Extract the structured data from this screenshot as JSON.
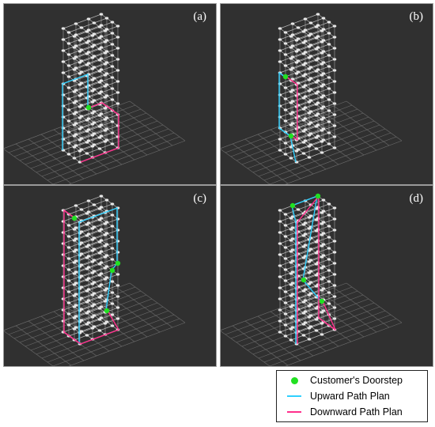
{
  "colors": {
    "doorstep": "#22e022",
    "upward": "#2fd0ff",
    "downward": "#ff2f8c",
    "background": "#303030"
  },
  "panels": [
    {
      "label": "(a)",
      "doorsteps": [
        {
          "floor": 3,
          "ix": 2,
          "iy": 3
        }
      ]
    },
    {
      "label": "(b)",
      "doorsteps": [
        {
          "floor": 7,
          "ix": 0,
          "iy": 2
        },
        {
          "floor": 2,
          "ix": 0,
          "iy": 1
        }
      ]
    },
    {
      "label": "(c)",
      "doorsteps": [
        {
          "floor": 11,
          "ix": 0,
          "iy": 1
        },
        {
          "floor": 6,
          "ix": 3,
          "iy": 0
        },
        {
          "floor": 5,
          "ix": 3,
          "iy": 1
        },
        {
          "floor": 1,
          "ix": 3,
          "iy": 2
        }
      ]
    },
    {
      "label": "(d)",
      "doorsteps": [
        {
          "floor": 11,
          "ix": 1,
          "iy": 3
        },
        {
          "floor": 11,
          "ix": 3,
          "iy": 3
        },
        {
          "floor": 5,
          "ix": 1,
          "iy": 1
        },
        {
          "floor": 3,
          "ix": 2,
          "iy": 0
        }
      ]
    }
  ],
  "legend": {
    "doorstep": "Customer's Doorstep",
    "upward": "Upward Path Plan",
    "downward": "Downward Path Plan"
  }
}
